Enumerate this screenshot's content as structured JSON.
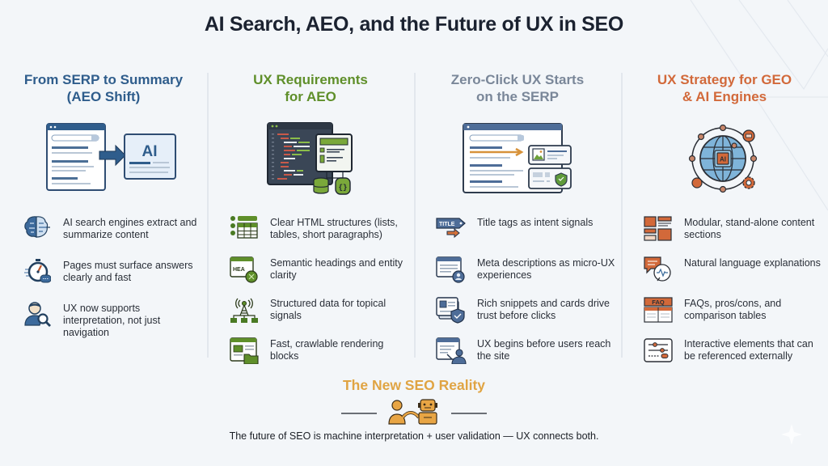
{
  "title": "AI Search, AEO, and the Future of UX in SEO",
  "colors": {
    "col1": "#2f5d8c",
    "col2": "#5f8f2a",
    "col3": "#7a8799",
    "col4": "#d2693a",
    "bottom_title": "#e0a443",
    "divider": "#e2e7ed",
    "background": "#f3f6f9"
  },
  "columns": [
    {
      "title_line1": "From SERP to Summary",
      "title_line2": "(AEO Shift)",
      "hero_icon": "serp-to-ai-summary-icon",
      "hero_label": "AI",
      "items": [
        {
          "icon": "brain-icon",
          "text": "AI search engines extract and summarize content"
        },
        {
          "icon": "stopwatch-icon",
          "text": "Pages must surface answers clearly and fast"
        },
        {
          "icon": "user-search-icon",
          "text": "UX now supports interpretation, not just navigation"
        }
      ]
    },
    {
      "title_line1": "UX Requirements",
      "title_line2": "for AEO",
      "hero_icon": "code-editor-structured-data-icon",
      "items": [
        {
          "icon": "list-table-icon",
          "text": "Clear HTML structures (lists, tables, short paragraphs)"
        },
        {
          "icon": "heading-entity-icon",
          "text": "Semantic headings and entity clarity",
          "icon_label": "HEA"
        },
        {
          "icon": "signal-tower-icon",
          "text": "Structured data for topical signals"
        },
        {
          "icon": "rendering-blocks-icon",
          "text": "Fast, crawlable rendering blocks"
        }
      ]
    },
    {
      "title_line1": "Zero-Click UX Starts",
      "title_line2": "on the SERP",
      "hero_icon": "serp-rich-results-icon",
      "items": [
        {
          "icon": "title-tag-icon",
          "text": "Title tags as intent signals",
          "icon_label": "TITLE"
        },
        {
          "icon": "meta-description-icon",
          "text": "Meta descriptions as micro-UX experiences"
        },
        {
          "icon": "rich-snippet-shield-icon",
          "text": "Rich snippets and cards drive trust before clicks"
        },
        {
          "icon": "user-browser-icon",
          "text": "UX begins before users reach the site"
        }
      ]
    },
    {
      "title_line1": "UX Strategy for GEO",
      "title_line2": "& AI Engines",
      "hero_icon": "ai-globe-network-icon",
      "hero_label": "AI",
      "items": [
        {
          "icon": "modular-sections-icon",
          "text": "Modular, stand-alone content sections"
        },
        {
          "icon": "speech-bubbles-icon",
          "text": "Natural language explanations"
        },
        {
          "icon": "faq-table-icon",
          "text": "FAQs, pros/cons, and comparison tables",
          "icon_label": "FAQ"
        },
        {
          "icon": "sliders-icon",
          "text": "Interactive elements that can be referenced externally"
        }
      ]
    }
  ],
  "bottom": {
    "title": "The New SEO Reality",
    "icon": "human-robot-bridge-icon",
    "text": "The future of SEO is machine interpretation + user validation — UX connects both."
  }
}
